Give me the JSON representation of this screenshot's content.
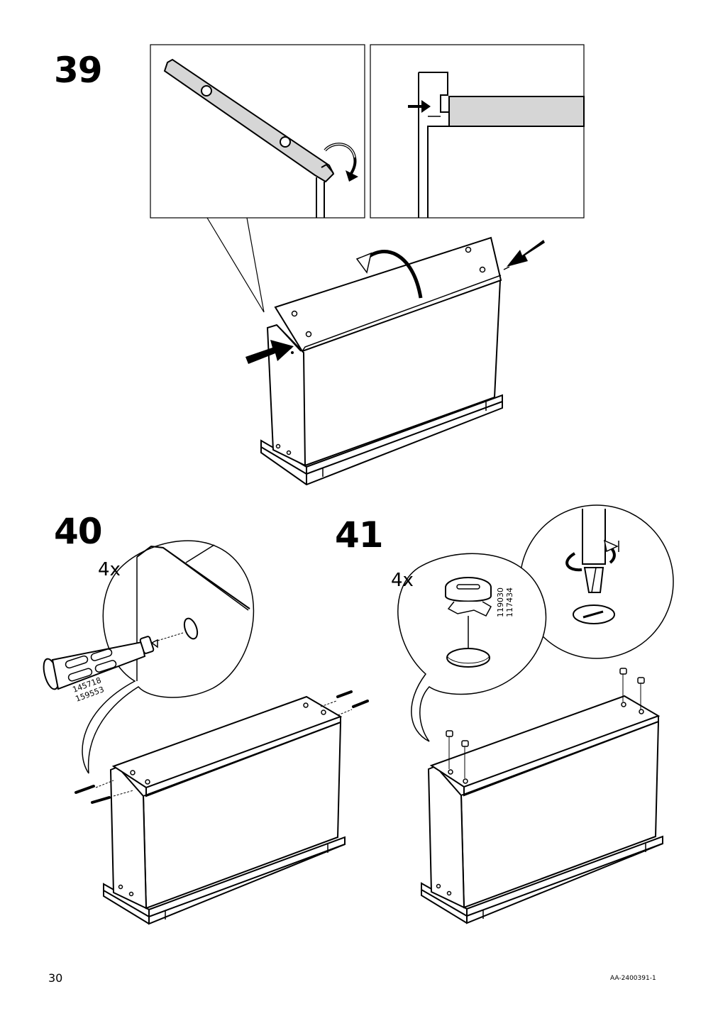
{
  "steps": {
    "s39": {
      "number": "39"
    },
    "s40": {
      "number": "40",
      "quantity": "4x",
      "part_numbers": [
        "145718",
        "159553"
      ]
    },
    "s41": {
      "number": "41",
      "quantity": "4x",
      "part_numbers": [
        "119030",
        "117434"
      ]
    }
  },
  "footer": {
    "page_number": "30",
    "document_code": "AA-2400391-1"
  },
  "colors": {
    "ink": "#000000",
    "panel_fill": "#d6d6d6",
    "paper": "#ffffff"
  },
  "icons": [
    "rotate-arrow-icon",
    "push-arrow-icon",
    "screwdriver-icon",
    "cam-lock-fitting-icon",
    "wooden-dowel-icon"
  ]
}
